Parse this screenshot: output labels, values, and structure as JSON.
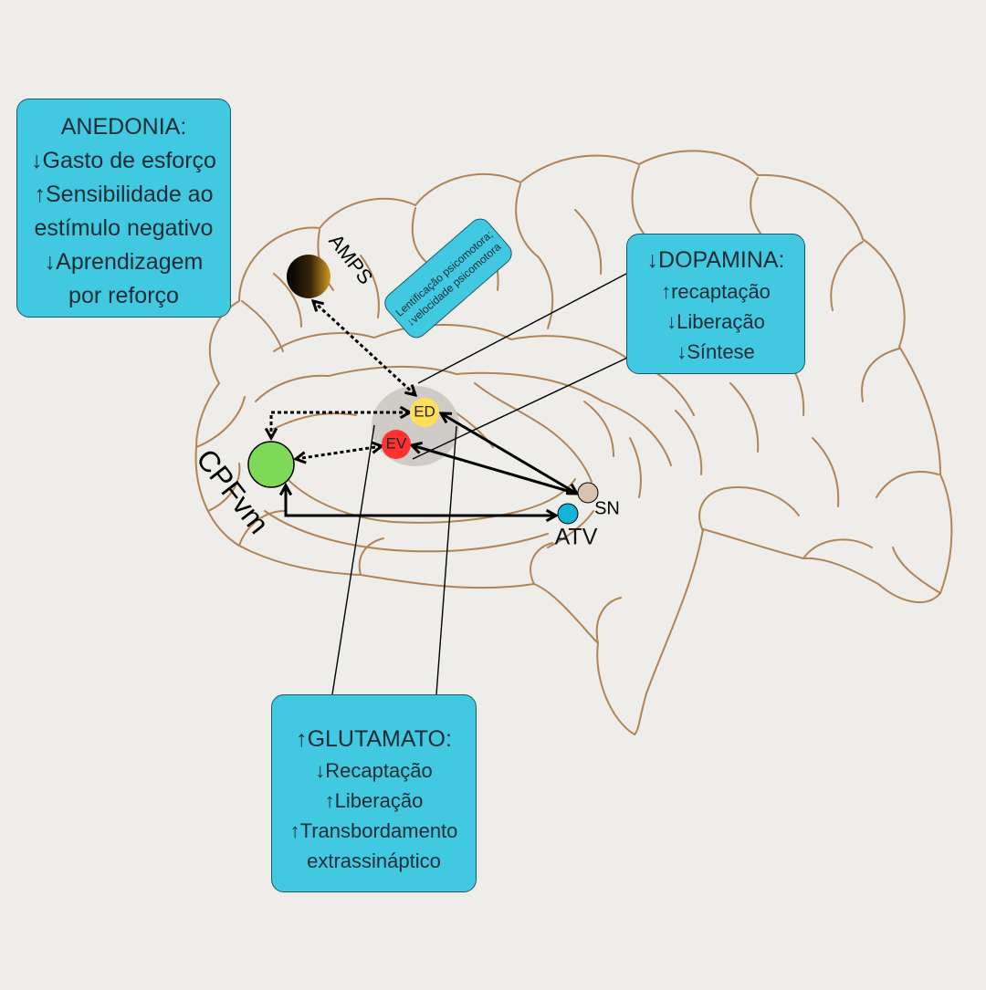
{
  "boxes": {
    "anedonia": {
      "lines": [
        "ANEDONIA:",
        "↓Gasto de esforço",
        "↑Sensibilidade ao",
        "estímulo negativo",
        "↓Aprendizagem",
        "por reforço"
      ]
    },
    "dopamina": {
      "title": "↓DOPAMINA:",
      "lines": [
        "↑recaptação",
        "↓Liberação",
        "↓Síntese"
      ]
    },
    "glutamato": {
      "title": "↑GLUTAMATO:",
      "lines": [
        "↓Recaptação",
        "↑Liberação",
        "↑Transbordamento",
        "extrassináptico"
      ]
    },
    "lentificacao": {
      "lines": [
        "Lentificação psicomotora;",
        "↓velocidade psicomotora"
      ]
    }
  },
  "regions": {
    "amps": {
      "label": "AMPS"
    },
    "cpfvm": {
      "label": "CPFvm",
      "color": "#7ed957"
    },
    "ed": {
      "label": "ED",
      "color": "#ffde59"
    },
    "ev": {
      "label": "EV",
      "color": "#ff3131"
    },
    "sn": {
      "label": "SN",
      "color": "#d9c3b0"
    },
    "atv": {
      "label": "ATV",
      "color": "#14b4d8"
    }
  },
  "colors": {
    "background": "#eeede9",
    "brain_outline": "#b08457",
    "box_fill": "#41c9e2",
    "striatum_halo": "#cfccc8"
  }
}
